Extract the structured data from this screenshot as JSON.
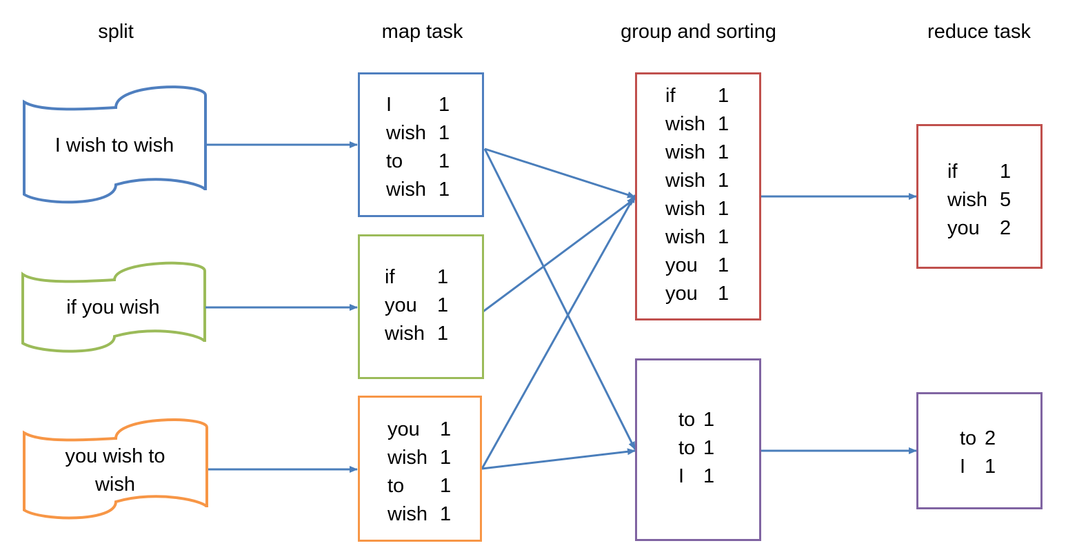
{
  "headings": {
    "split": "split",
    "map": "map task",
    "group": "group and sorting",
    "reduce": "reduce task"
  },
  "colors": {
    "blue": "#4f7fbf",
    "green": "#9bbb59",
    "orange": "#f79646",
    "red": "#c0504d",
    "purple": "#8064a2",
    "arrow": "#4a7ebb"
  },
  "splits": [
    {
      "text": "I wish to wish",
      "color": "blue"
    },
    {
      "text": "if you wish",
      "color": "green"
    },
    {
      "text": "you wish to wish",
      "color": "orange"
    }
  ],
  "map_tasks": [
    {
      "color": "blue",
      "rows": [
        {
          "w": "I",
          "c": "1"
        },
        {
          "w": "wish",
          "c": "1"
        },
        {
          "w": "to",
          "c": "1"
        },
        {
          "w": "wish",
          "c": "1"
        }
      ]
    },
    {
      "color": "green",
      "rows": [
        {
          "w": "if",
          "c": "1"
        },
        {
          "w": "you",
          "c": "1"
        },
        {
          "w": "wish",
          "c": "1"
        }
      ]
    },
    {
      "color": "orange",
      "rows": [
        {
          "w": "you",
          "c": "1"
        },
        {
          "w": "wish",
          "c": "1"
        },
        {
          "w": "to",
          "c": "1"
        },
        {
          "w": "wish",
          "c": "1"
        }
      ]
    }
  ],
  "groups": [
    {
      "color": "red",
      "rows": [
        {
          "w": "if",
          "c": "1"
        },
        {
          "w": "wish",
          "c": "1"
        },
        {
          "w": "wish",
          "c": "1"
        },
        {
          "w": "wish",
          "c": "1"
        },
        {
          "w": "wish",
          "c": "1"
        },
        {
          "w": "wish",
          "c": "1"
        },
        {
          "w": "you",
          "c": "1"
        },
        {
          "w": "you",
          "c": "1"
        }
      ]
    },
    {
      "color": "purple",
      "rows": [
        {
          "w": "to",
          "c": "1"
        },
        {
          "w": "to",
          "c": "1"
        },
        {
          "w": "I",
          "c": "1"
        }
      ]
    }
  ],
  "reduce_tasks": [
    {
      "color": "red",
      "rows": [
        {
          "w": "if",
          "c": "1"
        },
        {
          "w": "wish",
          "c": "5"
        },
        {
          "w": "you",
          "c": "2"
        }
      ]
    },
    {
      "color": "purple",
      "rows": [
        {
          "w": "to",
          "c": "2"
        },
        {
          "w": "I",
          "c": "1"
        }
      ]
    }
  ]
}
